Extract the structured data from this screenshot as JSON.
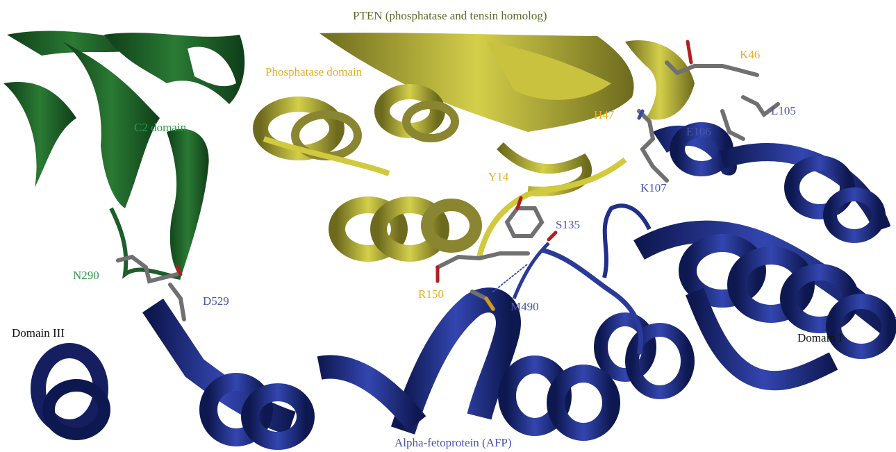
{
  "title": "PTEN (phosphatase and tensin homolog)",
  "subtitle": "Alpha-fetoprotein (AFP)",
  "domains": {
    "c2": "C2 domain",
    "phosphatase": "Phosphatase domain",
    "domain_iii": "Domain III",
    "domain_i": "Domain I"
  },
  "residues": {
    "k46": "K46",
    "h47": "H47",
    "l105": "L105",
    "e106": "E106",
    "k107": "K107",
    "y14": "Y14",
    "s135": "S135",
    "n290": "N290",
    "d529": "D529",
    "r150": "R150",
    "m490": "M490"
  },
  "colors": {
    "pten_label": "#5b6b2a",
    "afp_label": "#4a55a8",
    "phosphatase_label": "#e8b020",
    "c2_label": "#2a9a4a",
    "domain_label": "#111111",
    "c2_ribbon": "#1d5e2a",
    "phosphatase_ribbon": "#b8b23a",
    "afp_ribbon": "#1f2f8a"
  }
}
